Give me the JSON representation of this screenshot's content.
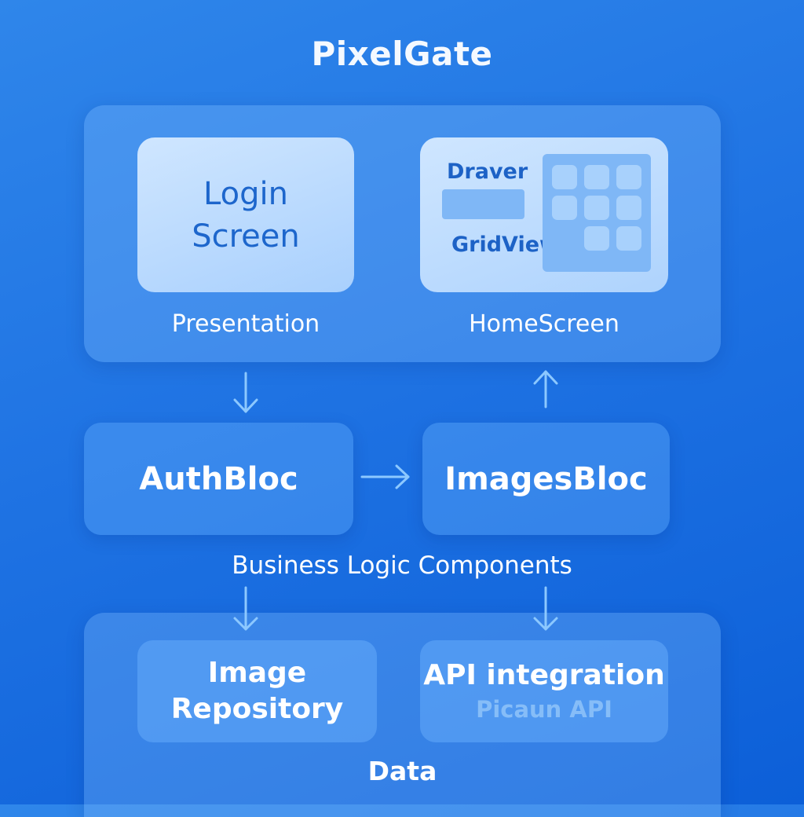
{
  "title": "PixelGate",
  "presentation": {
    "login_card": {
      "line1": "Login",
      "line2": "Screen"
    },
    "home_card": {
      "drawer_label": "Draver",
      "grid_label": "GridView"
    },
    "left_label": "Presentation",
    "right_label": "HomeScreen"
  },
  "business_logic": {
    "auth_bloc": "AuthBloc",
    "images_bloc": "ImagesBloc",
    "label": "Business Logic Components"
  },
  "data_layer": {
    "image_repository": {
      "line1": "Image",
      "line2": "Repository"
    },
    "api_integration": {
      "title": "API integration",
      "subtitle": "Picaun API"
    },
    "label": "Data"
  },
  "colors": {
    "background": "#1f73e3",
    "panel": "#8cc3ff",
    "card_light": "#cfe6ff",
    "card_text": "#1d66cc",
    "arrow": "#8cc8ff"
  }
}
